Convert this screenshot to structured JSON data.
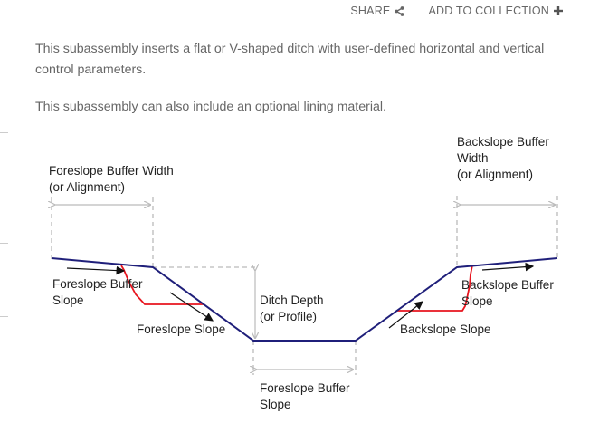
{
  "toolbar": {
    "share_label": "SHARE",
    "share_icon": "share-icon",
    "collection_label": "ADD TO COLLECTION",
    "collection_icon": "plus-icon"
  },
  "content": {
    "paragraph_1": "This subassembly inserts a flat or V-shaped ditch with user-defined horizontal and vertical control parameters.",
    "paragraph_2": "This subassembly can also include an optional lining material."
  },
  "diagram": {
    "labels": {
      "foreslope_buffer_width_line1": "Foreslope Buffer Width",
      "foreslope_buffer_width_line2": "(or Alignment)",
      "foreslope_buffer_slope_line1": "Foreslope Buffer",
      "foreslope_buffer_slope_line2": "Slope",
      "foreslope_slope": "Foreslope Slope",
      "ditch_depth_line1": "Ditch Depth",
      "ditch_depth_line2": "(or Profile)",
      "bottom_width_line1": "Foreslope Buffer",
      "bottom_width_line2": "Slope",
      "backslope_buffer_width_line1": "Backslope Buffer",
      "backslope_buffer_width_line2": "Width",
      "backslope_buffer_width_line3": "(or Alignment)",
      "backslope_buffer_slope_line1": "Backslope Buffer",
      "backslope_buffer_slope_line2": "Slope",
      "backslope_slope": "Backslope Slope"
    },
    "colors": {
      "profile_line": "#1f1f7a",
      "lining": "#e8141e",
      "dimension": "#bbbbbb",
      "arrow": "#111111"
    }
  }
}
